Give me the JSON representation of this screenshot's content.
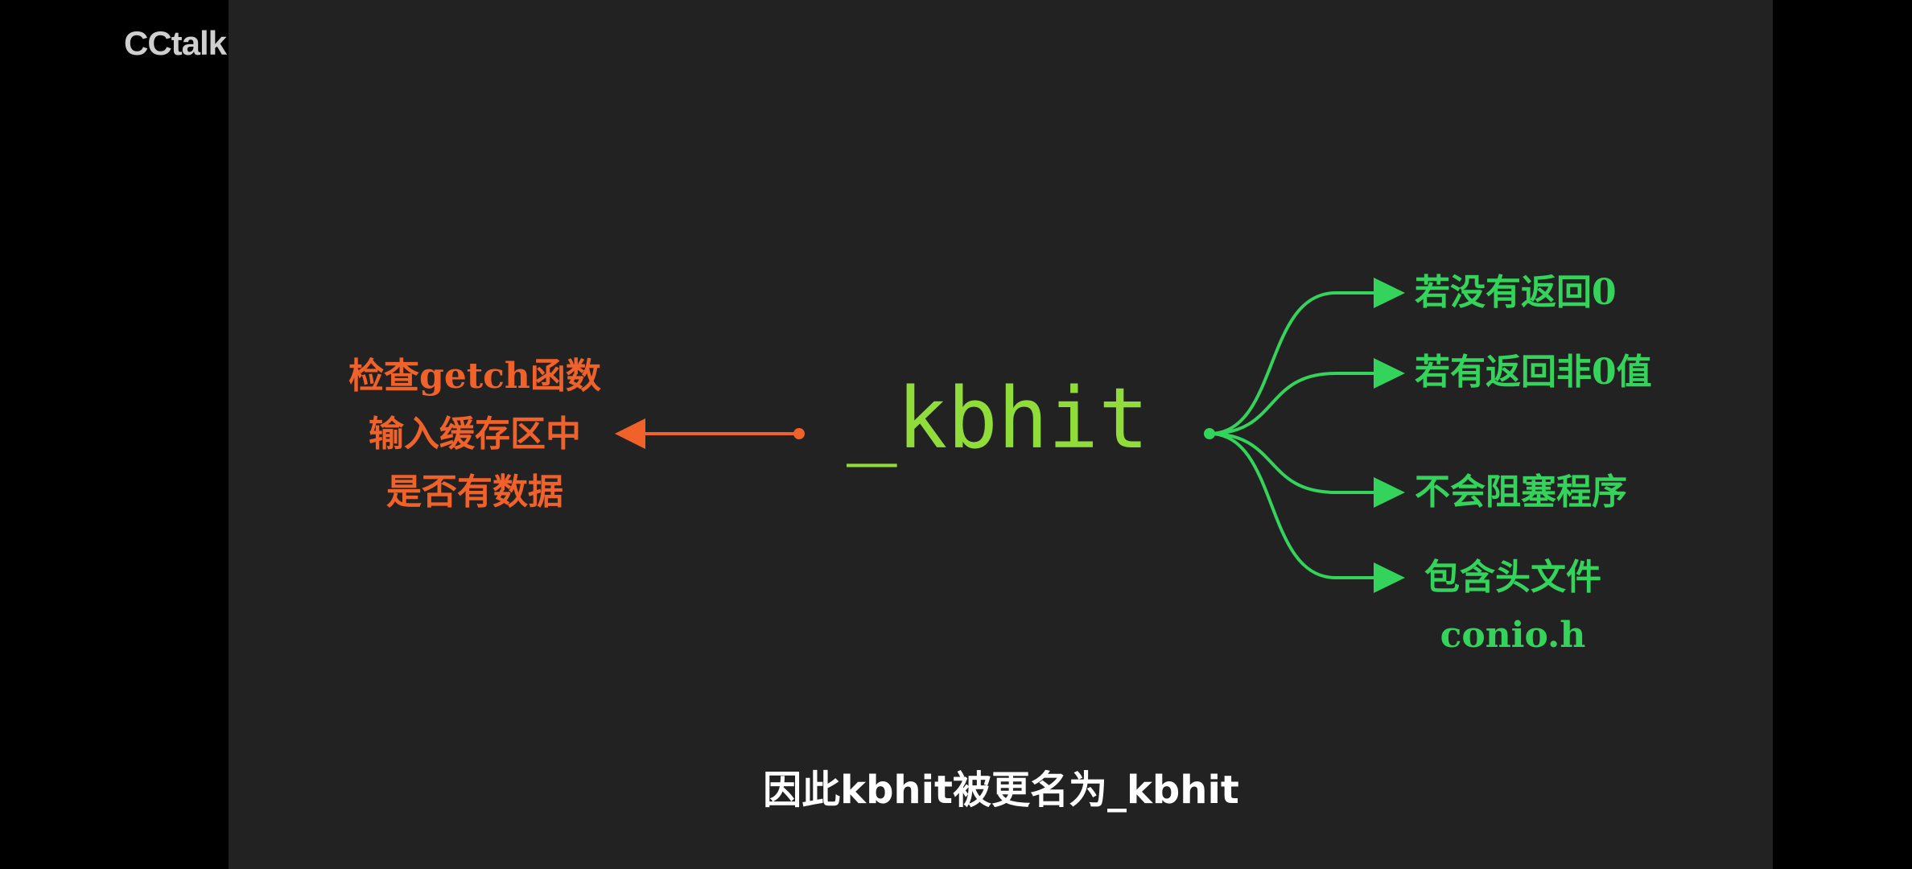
{
  "watermark": "CCtalk",
  "diagram": {
    "center": "_kbhit",
    "left_lines": [
      "检查getch函数",
      "输入缓存区中",
      "是否有数据"
    ],
    "branches": [
      {
        "lines": [
          "若没有返回0"
        ]
      },
      {
        "lines": [
          "若有返回非0值"
        ]
      },
      {
        "lines": [
          "不会阻塞程序"
        ]
      },
      {
        "lines": [
          "包含头文件",
          "conio.h"
        ]
      }
    ],
    "colors": {
      "center": "#8fdc3a",
      "left": "#f0622a",
      "branches": "#34d35b",
      "slide_background": "#222222",
      "letterbox": "#000000"
    }
  },
  "subtitle": "因此kbhit被更名为_kbhit"
}
